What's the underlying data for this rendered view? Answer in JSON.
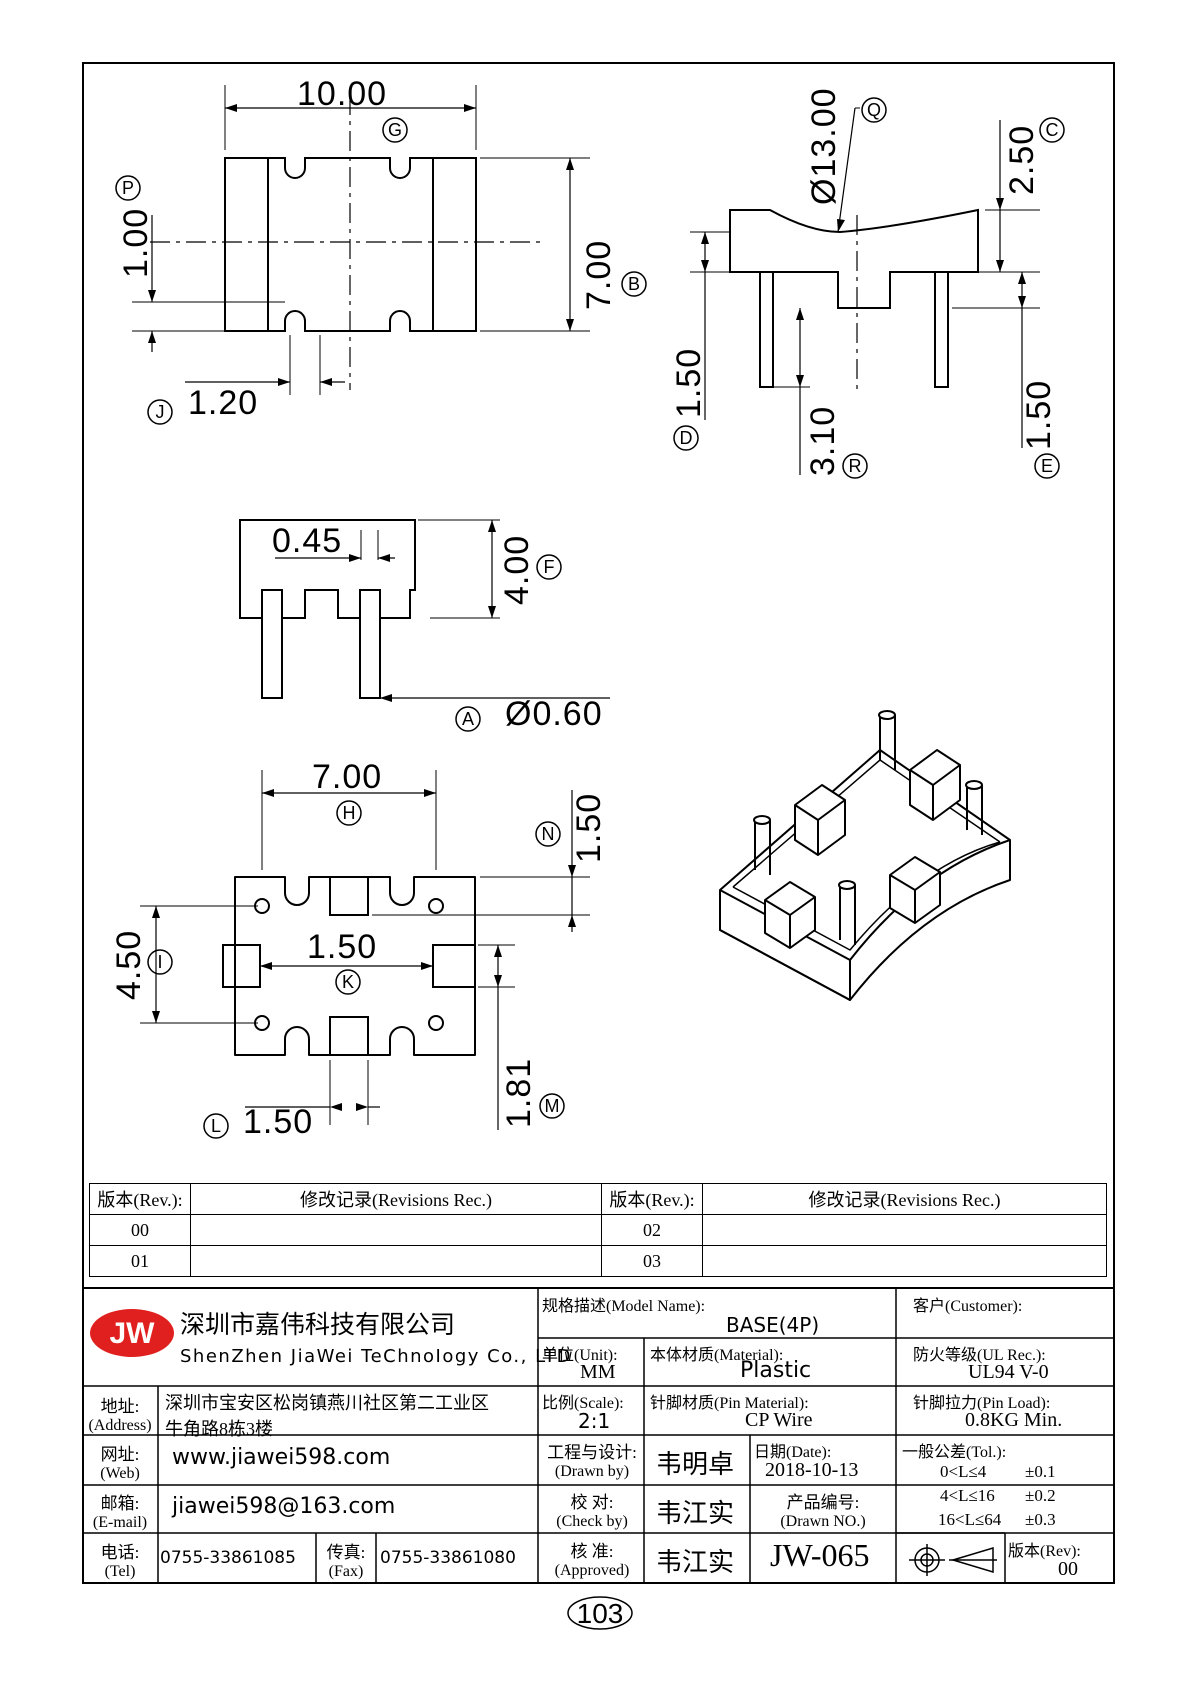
{
  "views": {
    "top": {
      "dims": {
        "width": "10.00",
        "height": "7.00",
        "slot": "1.00",
        "notch": "1.20"
      },
      "labels": {
        "G": "G",
        "B": "B",
        "P": "P",
        "J": "J"
      }
    },
    "side": {
      "dims": {
        "dia": "Ø13.00",
        "top": "2.50",
        "pinL": "1.50",
        "pinR": "1.50",
        "center": "3.10"
      },
      "labels": {
        "Q": "Q",
        "C": "C",
        "D": "D",
        "E": "E",
        "R": "R"
      }
    },
    "front": {
      "dims": {
        "slot": "0.45",
        "height": "4.00",
        "pin": "Ø0.60"
      },
      "labels": {
        "F": "F",
        "A": "A"
      }
    },
    "bottom": {
      "dims": {
        "pitch": "7.00",
        "edge": "1.50",
        "row": "4.50",
        "slot": "1.50",
        "pad": "1.50",
        "depth": "1.81"
      },
      "labels": {
        "H": "H",
        "N": "N",
        "I": "I",
        "K": "K",
        "L": "L",
        "M": "M"
      }
    }
  },
  "revisions": {
    "header_rev": "版本(Rev.):",
    "header_rec": "修改记录(Revisions Rec.)",
    "left": [
      "00",
      "01"
    ],
    "right": [
      "02",
      "03"
    ]
  },
  "title_block": {
    "logo": "JW",
    "company_cn": "深圳市嘉伟科技有限公司",
    "company_en": "ShenZhen JiaWei TeChnoIogy Co., LTD",
    "address_label_cn": "地址:",
    "address_label_en": "(Address)",
    "address_line1": "深圳市宝安区松岗镇燕川社区第二工业区",
    "address_line2": "牛角路8栋3楼",
    "web_label_cn": "网址:",
    "web_label_en": "(Web)",
    "web": "www.jiawei598.com",
    "email_label_cn": "邮箱:",
    "email_label_en": "(E-mail)",
    "email": "jiawei598@163.com",
    "tel_label_cn": "电话:",
    "tel_label_en": "(Tel)",
    "tel": "0755-33861085",
    "fax_label_cn": "传真:",
    "fax_label_en": "(Fax)",
    "fax": "0755-33861080",
    "model_label": "规格描述(Model Name):",
    "model": "BASE(4P)",
    "customer_label": "客户(Customer):",
    "unit_label": "单位(Unit):",
    "unit": "MM",
    "material_label": "本体材质(Material):",
    "material": "Plastic",
    "ul_label": "防火等级(UL Rec.):",
    "ul": "UL94 V-0",
    "scale_label": "比例(Scale):",
    "scale": "2:1",
    "pin_material_label": "针脚材质(Pin Material):",
    "pin_material": "CP Wire",
    "pin_load_label": "针脚拉力(Pin Load):",
    "pin_load": "0.8KG Min.",
    "drawn_label_cn": "工程与设计:",
    "drawn_label_en": "(Drawn by)",
    "drawn_by": "韦明卓",
    "date_label": "日期(Date):",
    "date": "2018-10-13",
    "check_label_cn": "校  对:",
    "check_label_en": "(Check by)",
    "check_by": "韦江实",
    "drawn_no_label_cn": "产品编号:",
    "drawn_no_label_en": "(Drawn NO.)",
    "approved_label_cn": "核  准:",
    "approved_label_en": "(Approved)",
    "approved_by": "韦江实",
    "drawn_no": "JW-065",
    "tol_label": "一般公差(Tol.):",
    "tol_rows": [
      {
        "range": "0<L≤4",
        "tol": "±0.1"
      },
      {
        "range": "4<L≤16",
        "tol": "±0.2"
      },
      {
        "range": "16<L≤64",
        "tol": "±0.3"
      }
    ],
    "rev_label": "版本(Rev):",
    "rev": "00"
  },
  "page_number": "103"
}
